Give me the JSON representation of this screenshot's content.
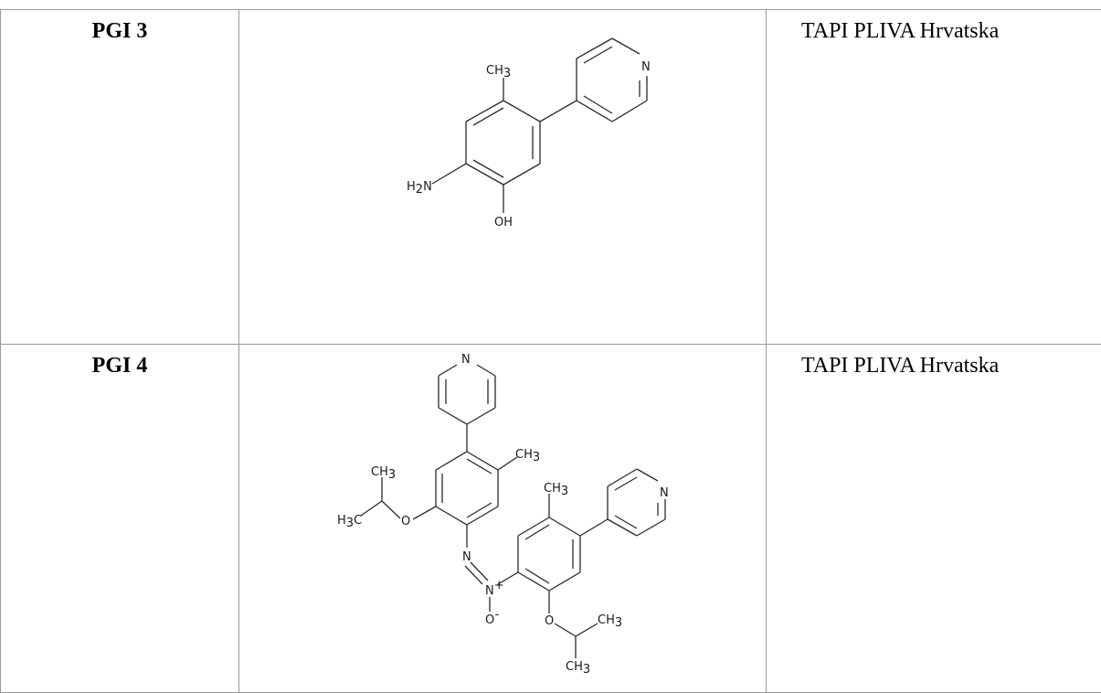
{
  "rows": [
    {
      "label": "PGI 3",
      "supplier": "TAPI PLIVA Hrvatska",
      "structure_icon": "chemical-structure-4-amino-5-hydroxy-2-methylphenyl-pyridine",
      "atom_labels": {
        "methyl": "CH",
        "methyl_sub": "3",
        "pyridine_n": "N",
        "amine": "H",
        "amine_sub": "2",
        "amine_n": "N",
        "hydroxyl": "OH"
      }
    },
    {
      "label": "PGI 4",
      "supplier": "TAPI PLIVA Hrvatska",
      "structure_icon": "chemical-structure-azoxy-dimer",
      "atom_labels": {
        "pyridine_top_n": "N",
        "methyl_a": "CH",
        "methyl_a_sub": "3",
        "iso_ch3_top": "CH",
        "iso_ch3_top_sub": "3",
        "iso_h3c": "H",
        "iso_h3c_sub": "3",
        "iso_h3c_c": "C",
        "ether_o": "O",
        "azo_n": "N",
        "azoxy_n": "N",
        "azoxy_charge": "+",
        "oxide_o": "O",
        "oxide_charge": "-",
        "methyl_b": "CH",
        "methyl_b_sub": "3",
        "pyridine_right_n": "N",
        "ether_o2": "O",
        "iso_ch3_right": "CH",
        "iso_ch3_right_sub": "3",
        "iso_ch3_bottom": "CH",
        "iso_ch3_bottom_sub": "3"
      }
    }
  ]
}
